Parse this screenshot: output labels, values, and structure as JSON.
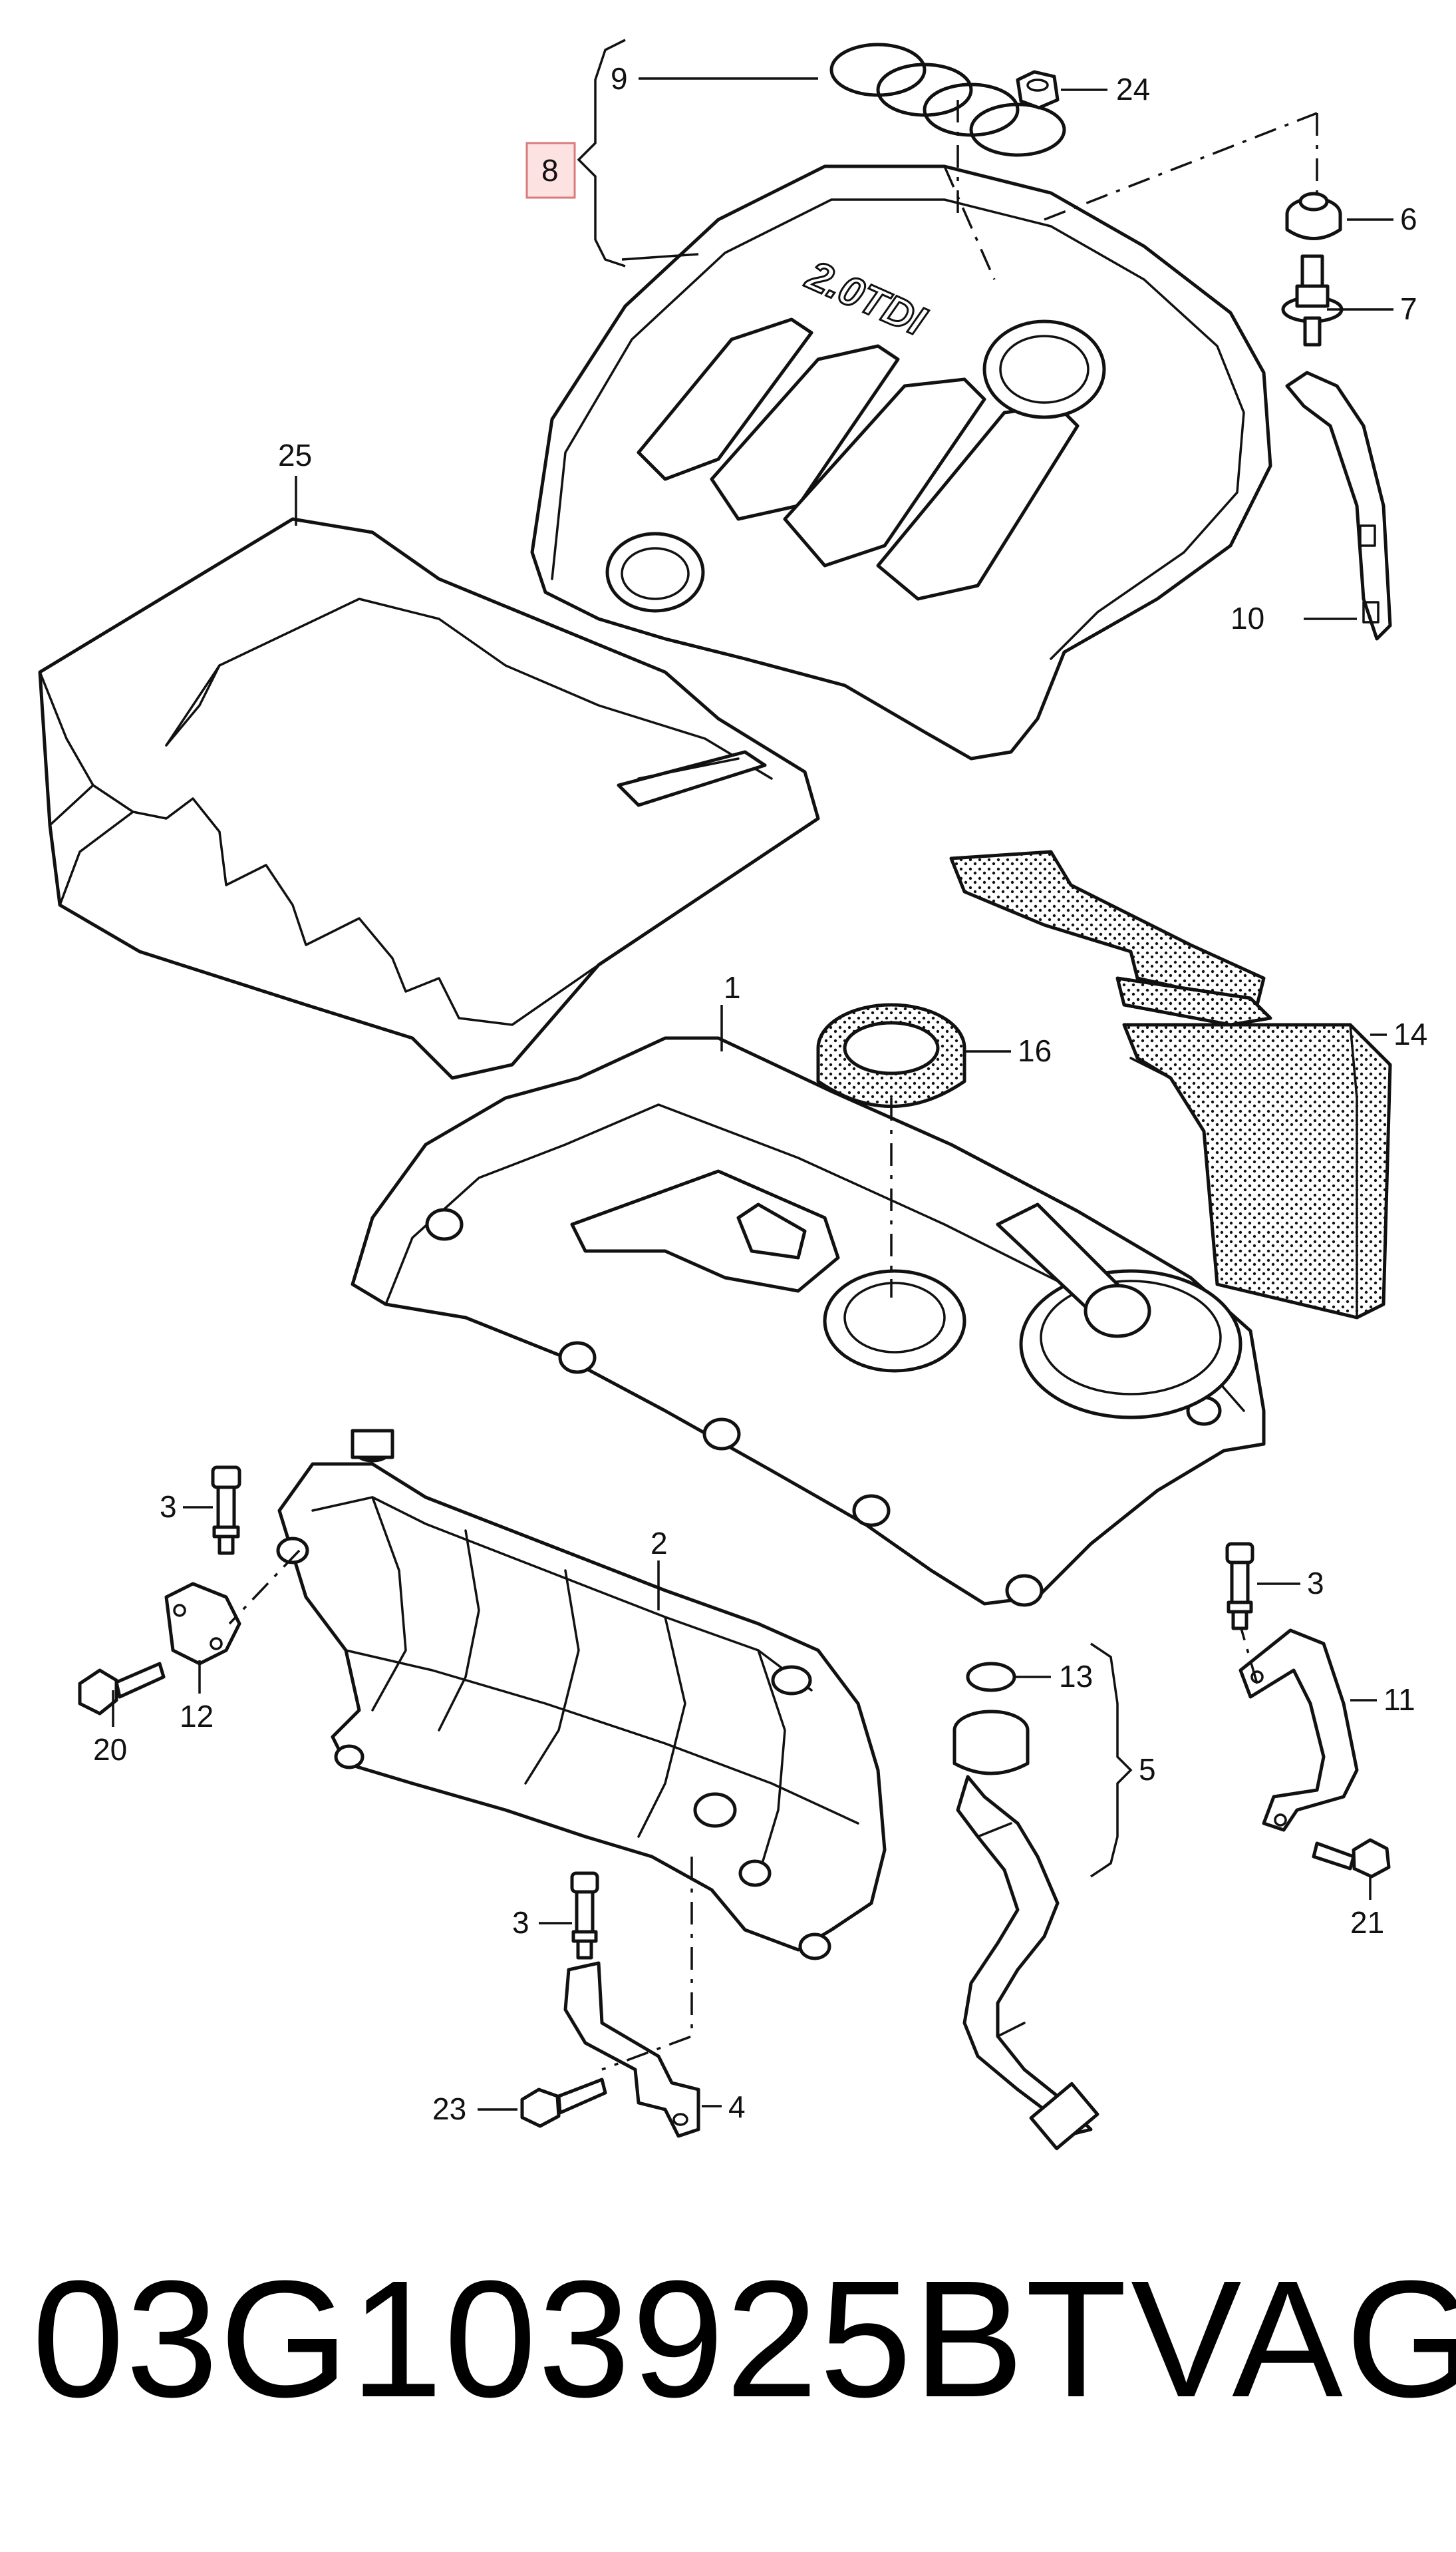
{
  "diagram": {
    "engine_badge": "2.0TDI",
    "callouts": {
      "c1": "1",
      "c2": "2",
      "c3a": "3",
      "c3b": "3",
      "c3c": "3",
      "c4": "4",
      "c5": "5",
      "c6": "6",
      "c7": "7",
      "c8": "8",
      "c9": "9",
      "c10": "10",
      "c11": "11",
      "c12": "12",
      "c13": "13",
      "c14": "14",
      "c16": "16",
      "c20": "20",
      "c21": "21",
      "c23": "23",
      "c24": "24",
      "c25": "25"
    }
  },
  "footer": {
    "part_number": "03G103925BT",
    "brand": "VAG"
  }
}
